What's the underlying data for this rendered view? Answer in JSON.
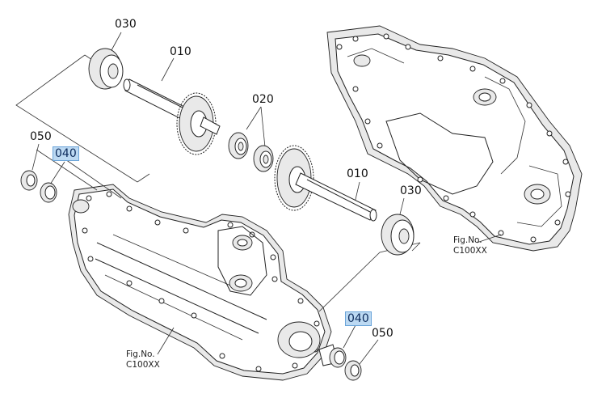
{
  "callouts": {
    "c030_top": "030",
    "c010_top": "010",
    "c020": "020",
    "c050_left": "050",
    "c040_left": "040",
    "c010_right": "010",
    "c030_right": "030",
    "c040_bottom": "040",
    "c050_bottom": "050"
  },
  "figrefs": {
    "right": {
      "line1": "Fig.No.",
      "line2": "C100XX"
    },
    "bottom": {
      "line1": "Fig.No.",
      "line2": "C100XX"
    }
  },
  "colors": {
    "highlight": "#bcd9f2",
    "ink": "#222222"
  }
}
